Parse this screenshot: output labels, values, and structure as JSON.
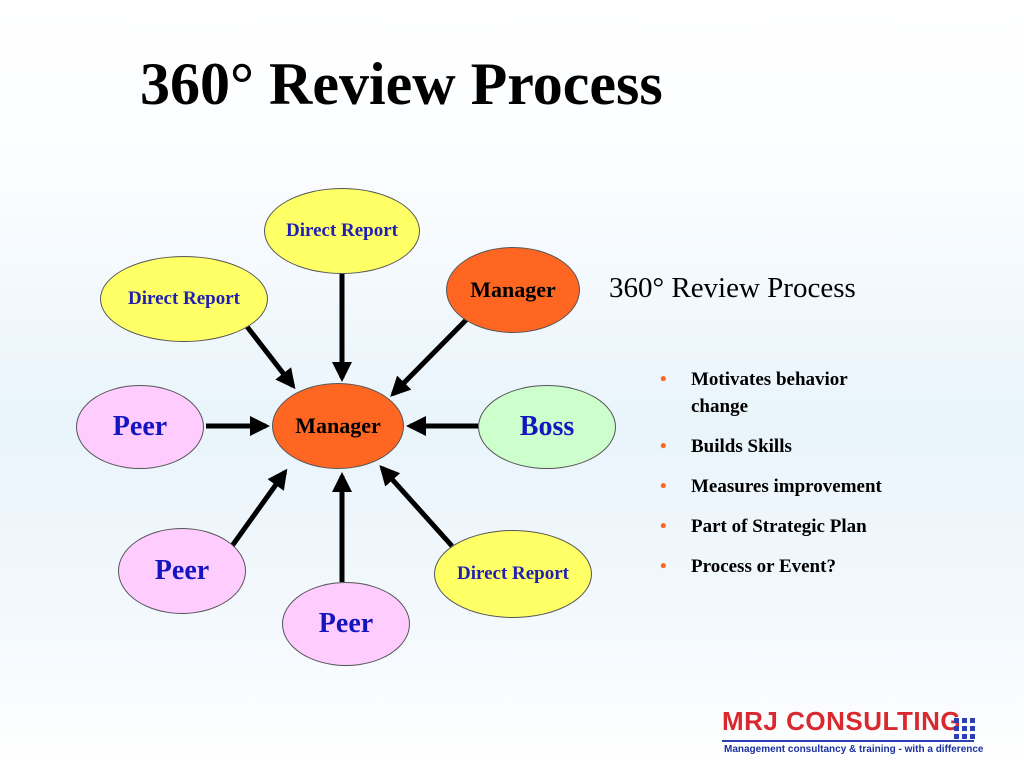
{
  "title": "360° Review Process",
  "subtitle": "360° Review Process",
  "diagram": {
    "center": "Manager",
    "nodes": [
      {
        "label": "Direct Report"
      },
      {
        "label": "Manager"
      },
      {
        "label": "Direct Report"
      },
      {
        "label": "Peer"
      },
      {
        "label": "Boss"
      },
      {
        "label": "Peer"
      },
      {
        "label": "Peer"
      },
      {
        "label": "Direct Report"
      }
    ]
  },
  "bullets": [
    "Motivates behavior change",
    "Builds Skills",
    "Measures improvement",
    "Part of Strategic Plan",
    "Process or Event?"
  ],
  "bullet_symbol": "•",
  "colors": {
    "direct_report_fill": "#ffff66",
    "manager_fill": "#ff6622",
    "peer_fill": "#ffccff",
    "boss_fill": "#ccffcc",
    "bullet_color": "#ff6622",
    "logo_red": "#d9282e",
    "logo_blue": "#2b3fb2"
  },
  "logo": {
    "name": "MRJ CONSULTING",
    "tagline": "Management consultancy & training - with a difference"
  }
}
